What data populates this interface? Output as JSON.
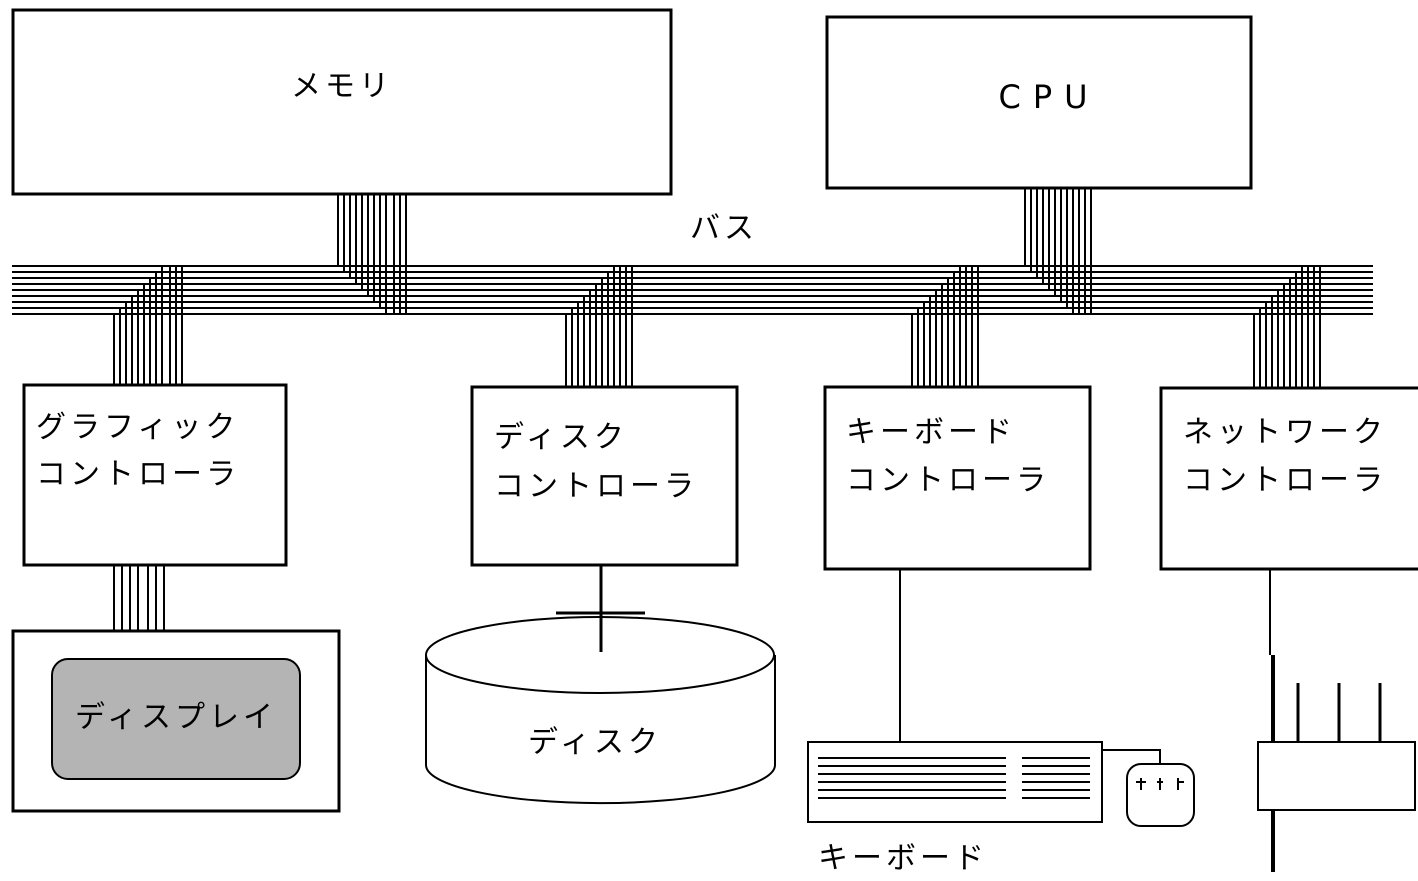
{
  "colors": {
    "line": "#000000",
    "background": "#ffffff",
    "display_screen": "#b4b4b4"
  },
  "labels": {
    "memory": "メモリ",
    "cpu": "CPU",
    "bus": "バス",
    "graphic_controller": [
      "グラフィック",
      "コントローラ"
    ],
    "disk_controller": [
      "ディスク",
      "コントローラ"
    ],
    "keyboard_controller": [
      "キーボード",
      "コントローラ"
    ],
    "network_controller": [
      "ネットワーク",
      "コントローラ"
    ],
    "display": "ディスプレイ",
    "disk": "ディスク",
    "keyboard": "キーボード"
  },
  "icons": {
    "keyboard": "keyboard-icon",
    "mouse": "mouse-icon",
    "network_hub": "network-hub-icon"
  }
}
